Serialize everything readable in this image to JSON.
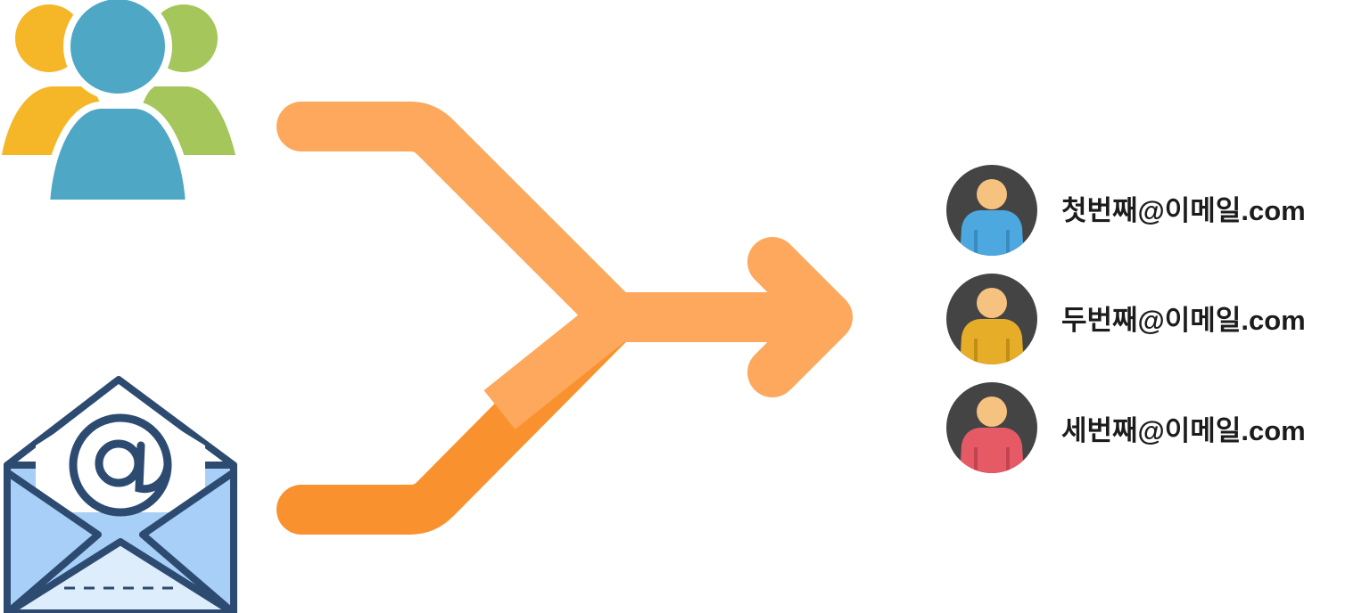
{
  "icons": {
    "source_group": "users-group-icon",
    "source_mail": "open-envelope-at-icon",
    "merge": "merge-arrow-icon",
    "recipient": "user-avatar-icon"
  },
  "colors": {
    "arrow": "#FDA85C",
    "arrow_shade": "#F9922E",
    "group_left": "#F5B627",
    "group_center": "#4EA7C5",
    "group_right": "#A5C65A",
    "envelope_outline": "#2D4B70",
    "envelope_fill": "#A7CFF7",
    "avatar_bg": "#444444",
    "avatar_face": "#F6C27F"
  },
  "recipients": [
    {
      "email": "첫번째@이메일.com",
      "shirt_color": "#4DA8E0"
    },
    {
      "email": "두번째@이메일.com",
      "shirt_color": "#E6AD28"
    },
    {
      "email": "세번째@이메일.com",
      "shirt_color": "#E65A66"
    }
  ]
}
